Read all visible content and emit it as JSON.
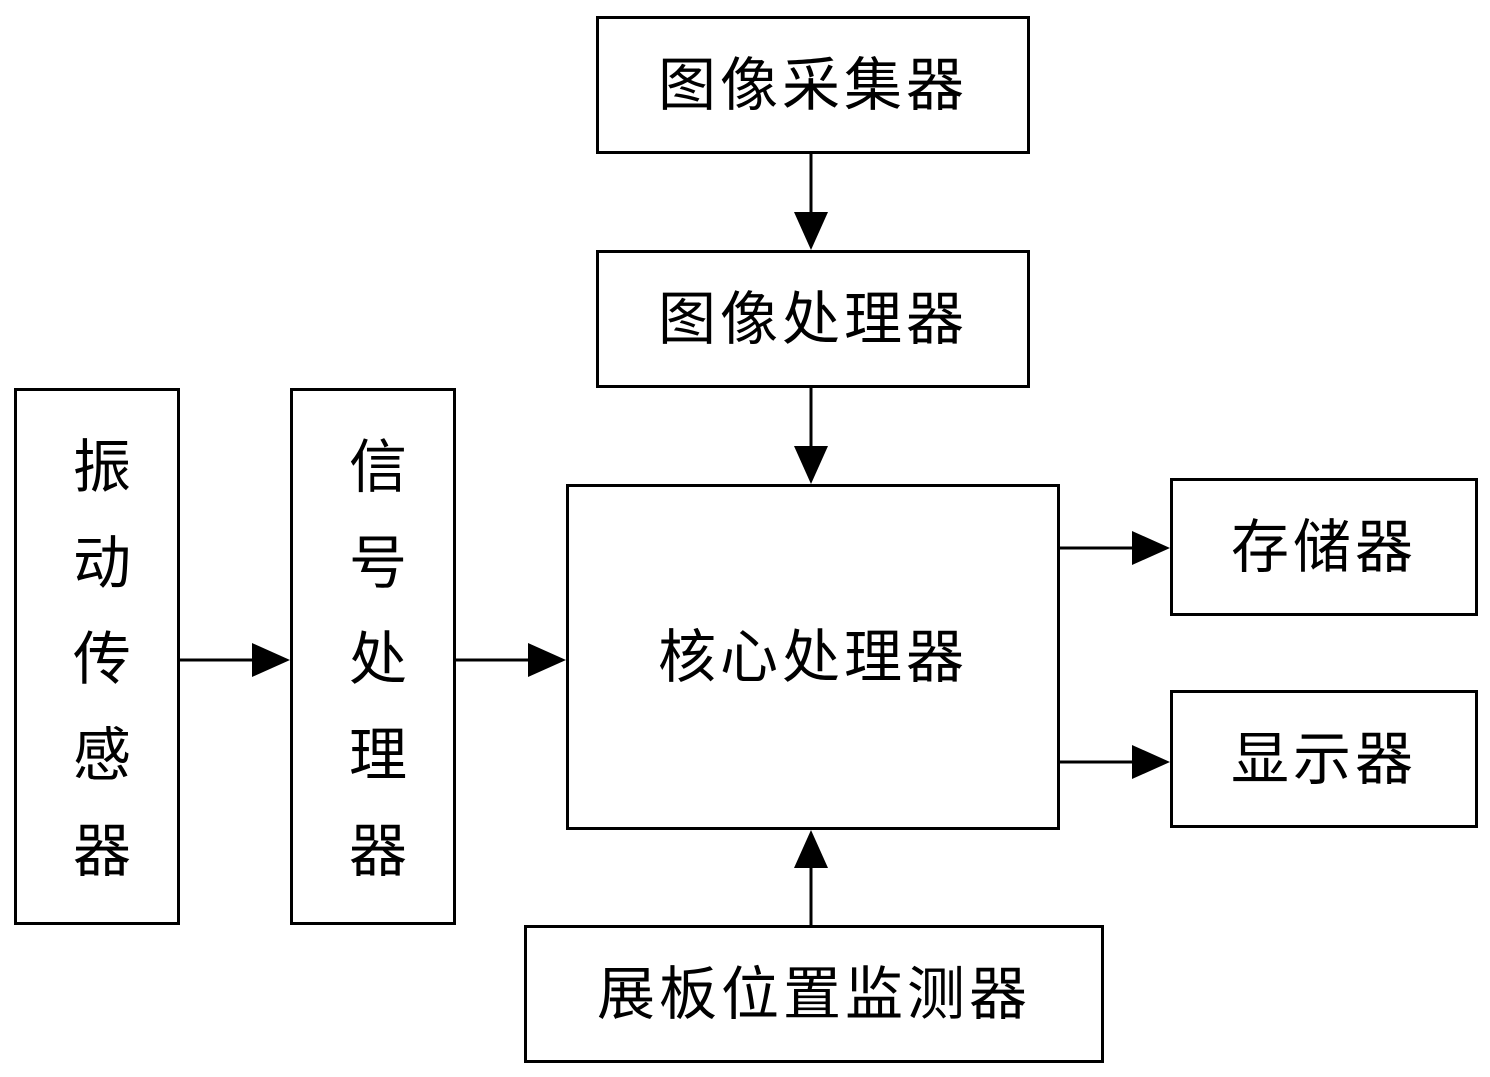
{
  "nodes": {
    "image_collector": "图像采集器",
    "image_processor": "图像处理器",
    "vibration_sensor": "振动传感器",
    "signal_processor": "信号处理器",
    "core_processor": "核心处理器",
    "memory": "存储器",
    "display": "显示器",
    "board_position_monitor": "展板位置监测器"
  },
  "colors": {
    "line": "#000000",
    "fill": "#ffffff"
  }
}
